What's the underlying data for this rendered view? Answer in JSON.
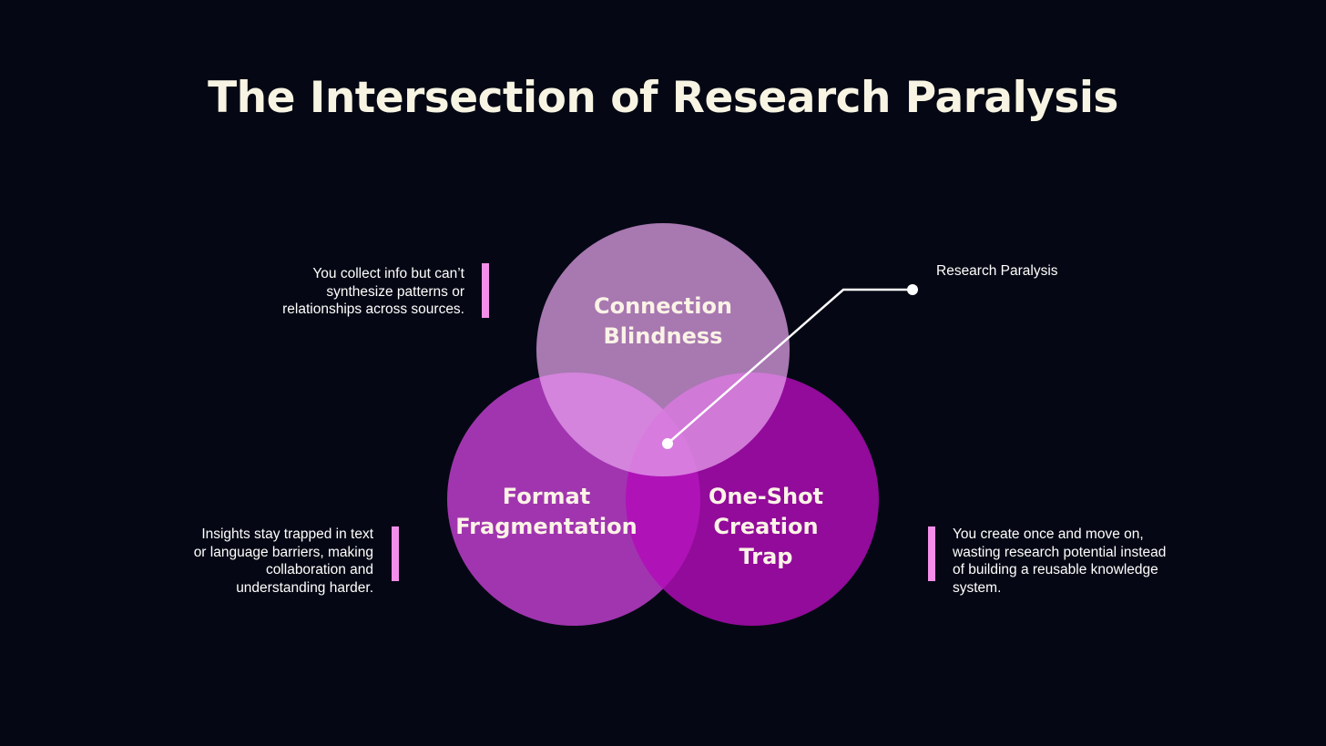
{
  "title": "The Intersection of Research Paralysis",
  "colors": {
    "background": "#050814",
    "title": "#f8f4e3",
    "connection_circle": "#e9a6ee",
    "format_circle": "#d24ee0",
    "oneshot_circle": "#b20cb8",
    "accent_bar": "#f48ee8"
  },
  "circles": {
    "connection": {
      "label_line1": "Connection",
      "label_line2": "Blindness"
    },
    "format": {
      "label_line1": "Format",
      "label_line2": "Fragmentation"
    },
    "oneshot": {
      "label_line1": "One-Shot",
      "label_line2": "Creation",
      "label_line3": "Trap"
    }
  },
  "descriptions": {
    "connection": {
      "line1": "You collect info but can’t",
      "line2": "synthesize patterns or",
      "line3": "relationships across sources."
    },
    "format": {
      "line1": "Insights stay trapped in text",
      "line2": "or language barriers, making",
      "line3": "collaboration and",
      "line4": "understanding harder."
    },
    "oneshot": {
      "line1": "You create once and move on,",
      "line2": "wasting research potential instead",
      "line3": "of building a reusable knowledge",
      "line4": "system."
    }
  },
  "callout": {
    "label": "Research Paralysis"
  }
}
